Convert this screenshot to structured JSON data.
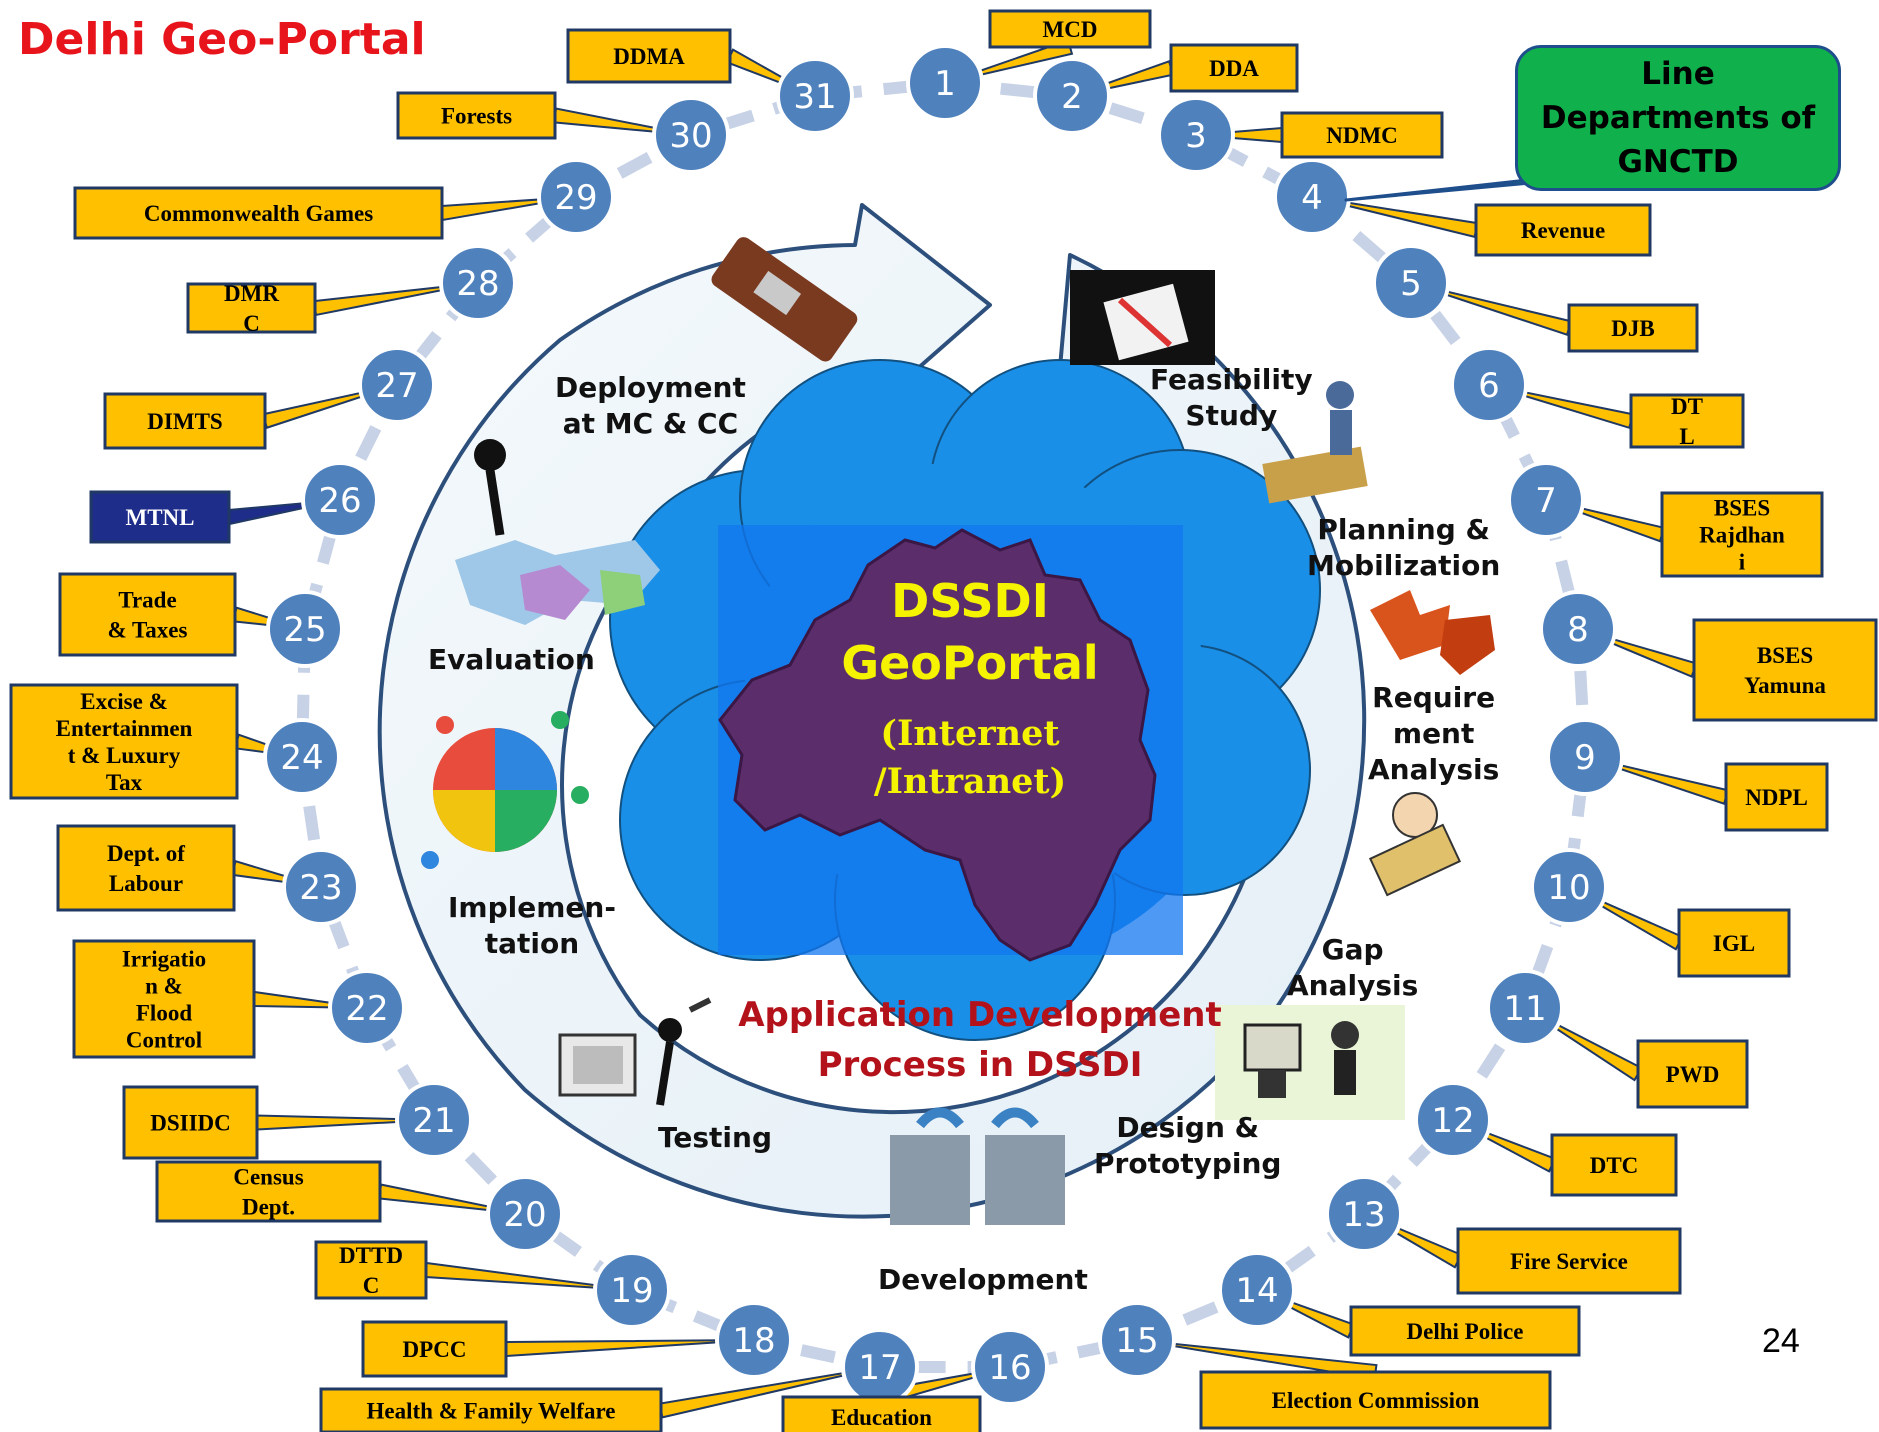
{
  "title": "Delhi Geo-Portal",
  "page_number": "24",
  "callout": {
    "lines": [
      "Line",
      "Departments of",
      "GNCTD"
    ]
  },
  "center": {
    "title_lines": [
      "DSSDI",
      "GeoPortal"
    ],
    "sub_lines": [
      "(Internet",
      "/Intranet)"
    ],
    "caption_lines": [
      "Application Development",
      "Process in DSSDI"
    ]
  },
  "phases": [
    {
      "id": "feasibility",
      "lines": [
        "Feasibility",
        "Study"
      ]
    },
    {
      "id": "planning",
      "lines": [
        "Planning &",
        "Mobilization"
      ]
    },
    {
      "id": "requirement",
      "lines": [
        "Require",
        "ment",
        "Analysis"
      ]
    },
    {
      "id": "gap",
      "lines": [
        "Gap",
        "Analysis"
      ]
    },
    {
      "id": "design",
      "lines": [
        "Design &",
        "Prototyping"
      ]
    },
    {
      "id": "development",
      "lines": [
        "Development"
      ]
    },
    {
      "id": "testing",
      "lines": [
        "Testing"
      ]
    },
    {
      "id": "implementation",
      "lines": [
        "Implemen-",
        "tation"
      ]
    },
    {
      "id": "evaluation",
      "lines": [
        "Evaluation"
      ]
    },
    {
      "id": "deployment",
      "lines": [
        "Deployment",
        "at MC & CC"
      ]
    }
  ],
  "departments": [
    {
      "num": "1",
      "lines": [
        "MCD"
      ]
    },
    {
      "num": "2",
      "lines": [
        "DDA"
      ]
    },
    {
      "num": "3",
      "lines": [
        "NDMC"
      ]
    },
    {
      "num": "4",
      "lines": [
        "Revenue"
      ]
    },
    {
      "num": "5",
      "lines": [
        "DJB"
      ]
    },
    {
      "num": "6",
      "lines": [
        "DT",
        "L"
      ]
    },
    {
      "num": "7",
      "lines": [
        "BSES",
        "Rajdhan",
        "i"
      ]
    },
    {
      "num": "8",
      "lines": [
        "BSES",
        "Yamuna"
      ]
    },
    {
      "num": "9",
      "lines": [
        "NDPL"
      ]
    },
    {
      "num": "10",
      "lines": [
        "IGL"
      ]
    },
    {
      "num": "11",
      "lines": [
        "PWD"
      ]
    },
    {
      "num": "12",
      "lines": [
        "DTC"
      ]
    },
    {
      "num": "13",
      "lines": [
        "Fire Service"
      ]
    },
    {
      "num": "14",
      "lines": [
        "Delhi Police"
      ]
    },
    {
      "num": "15",
      "lines": [
        "Election Commission"
      ]
    },
    {
      "num": "16",
      "lines": [
        "Education"
      ]
    },
    {
      "num": "17",
      "lines": [
        "Health & Family Welfare"
      ]
    },
    {
      "num": "18",
      "lines": [
        "DPCC"
      ]
    },
    {
      "num": "19",
      "lines": [
        "DTTD",
        "C"
      ]
    },
    {
      "num": "20",
      "lines": [
        "Census",
        "Dept."
      ]
    },
    {
      "num": "21",
      "lines": [
        "DSIIDC"
      ]
    },
    {
      "num": "22",
      "lines": [
        "Irrigatio",
        "n &",
        "Flood",
        "Control"
      ]
    },
    {
      "num": "23",
      "lines": [
        "Dept. of",
        "Labour"
      ]
    },
    {
      "num": "24",
      "lines": [
        "Excise &",
        "Entertainmen",
        "t & Luxury",
        "Tax"
      ]
    },
    {
      "num": "25",
      "lines": [
        "Trade",
        "& Taxes"
      ]
    },
    {
      "num": "26",
      "lines": [
        "MTNL"
      ]
    },
    {
      "num": "27",
      "lines": [
        "DIMTS"
      ]
    },
    {
      "num": "28",
      "lines": [
        "DMR",
        "C"
      ]
    },
    {
      "num": "29",
      "lines": [
        "Commonwealth Games"
      ]
    },
    {
      "num": "30",
      "lines": [
        "Forests"
      ]
    },
    {
      "num": "31",
      "lines": [
        "DDMA"
      ]
    }
  ],
  "colors": {
    "title": "#e8141c",
    "node": "#4f81bd",
    "badge_fill": "#ffc000",
    "badge_border": "#1f3864",
    "mtnl_fill": "#1f2d8a",
    "callout": "#10b14c",
    "cloud": "#1a8fe8",
    "map": "#5b2e6b",
    "center_text": "#f6f300",
    "caption": "#b4121b"
  }
}
